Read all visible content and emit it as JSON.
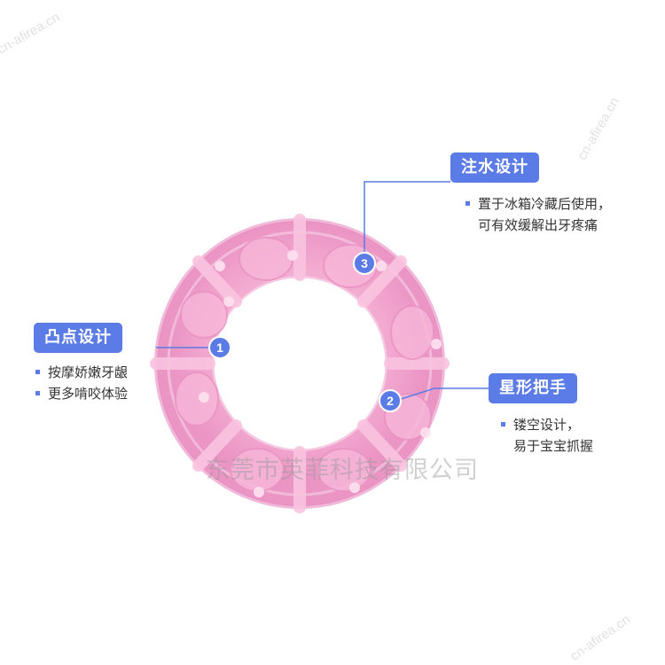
{
  "watermark": {
    "text": "cn-afirea.cn"
  },
  "company": {
    "text": "东莞市英菲科技有限公司"
  },
  "callouts": [
    {
      "number": "1",
      "title": "凸点设计",
      "bullets": [
        "按摩娇嫩牙龈",
        "更多啃咬体验"
      ]
    },
    {
      "number": "2",
      "title": "星形把手",
      "lines": [
        "镂空设计，",
        "易于宝宝抓握"
      ]
    },
    {
      "number": "3",
      "title": "注水设计",
      "lines": [
        "置于冰箱冷藏后使用，",
        "可有效缓解出牙疼痛"
      ]
    }
  ],
  "colors": {
    "accent": "#5b7be6",
    "ring": "#f4a8cf",
    "text": "#333333"
  }
}
